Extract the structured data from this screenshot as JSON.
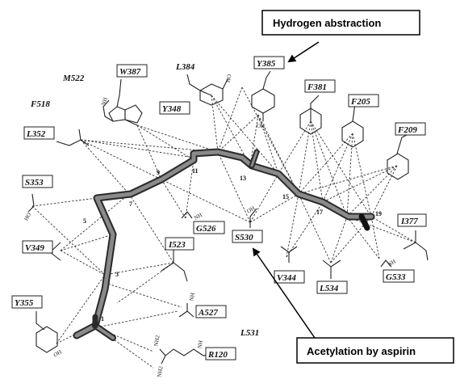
{
  "callouts": {
    "hydrogen": "Hydrogen abstraction",
    "acetylation": "Acetylation by aspirin"
  },
  "residues": {
    "W387": "W387",
    "M522": "M522",
    "L384": "L384",
    "Y385": "Y385",
    "F518": "F518",
    "Y348": "Y348",
    "F381": "F381",
    "F205": "F205",
    "L352": "L352",
    "F209": "F209",
    "S353": "S353",
    "G526": "G526",
    "S530": "S530",
    "I377": "I377",
    "V349": "V349",
    "I523": "I523",
    "V344": "V344",
    "L534": "L534",
    "G533": "G533",
    "Y355": "Y355",
    "A527": "A527",
    "L531": "L531",
    "R120": "R120"
  },
  "chain_numbers": {
    "c1": "1",
    "c3": "3",
    "c5": "5",
    "c7": "7",
    "c9": "9",
    "c11": "11",
    "c13": "13",
    "c15": "15",
    "c17": "17",
    "c19": "19"
  },
  "atom_labels": {
    "oh_y385": "OH",
    "ho_y348": "HO",
    "ho_s353": "HO",
    "oh_s530": "OH",
    "nh_g526": "NH",
    "nh_g533": "NH",
    "nh_a527": "NH",
    "oh_y355": "OH",
    "nh_w387": "NH",
    "nh_r120": "NH",
    "nh2_r120": "NH2",
    "nh2b_r120": "NH2"
  }
}
